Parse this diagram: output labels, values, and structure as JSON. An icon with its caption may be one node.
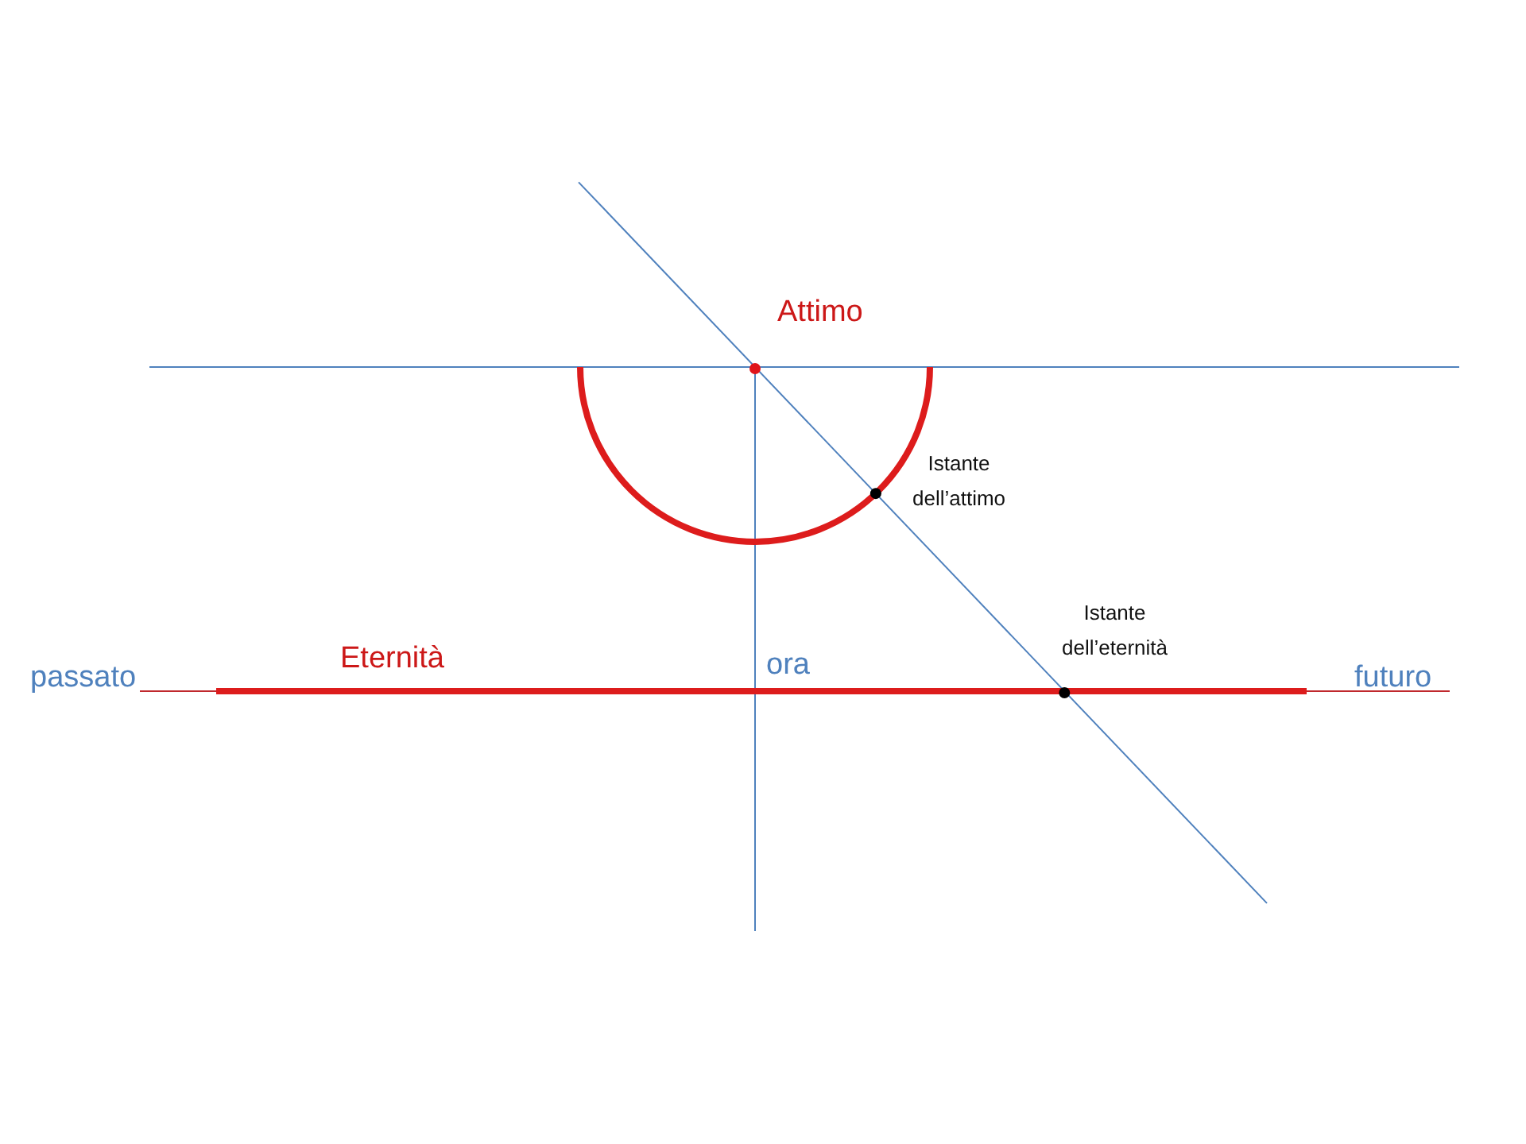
{
  "diagram": {
    "labels": [
      "Attimo",
      "Istante dell’attimo",
      "Istante dell’eternità",
      "Eternità",
      "ora",
      "passato",
      "futuro"
    ]
  }
}
